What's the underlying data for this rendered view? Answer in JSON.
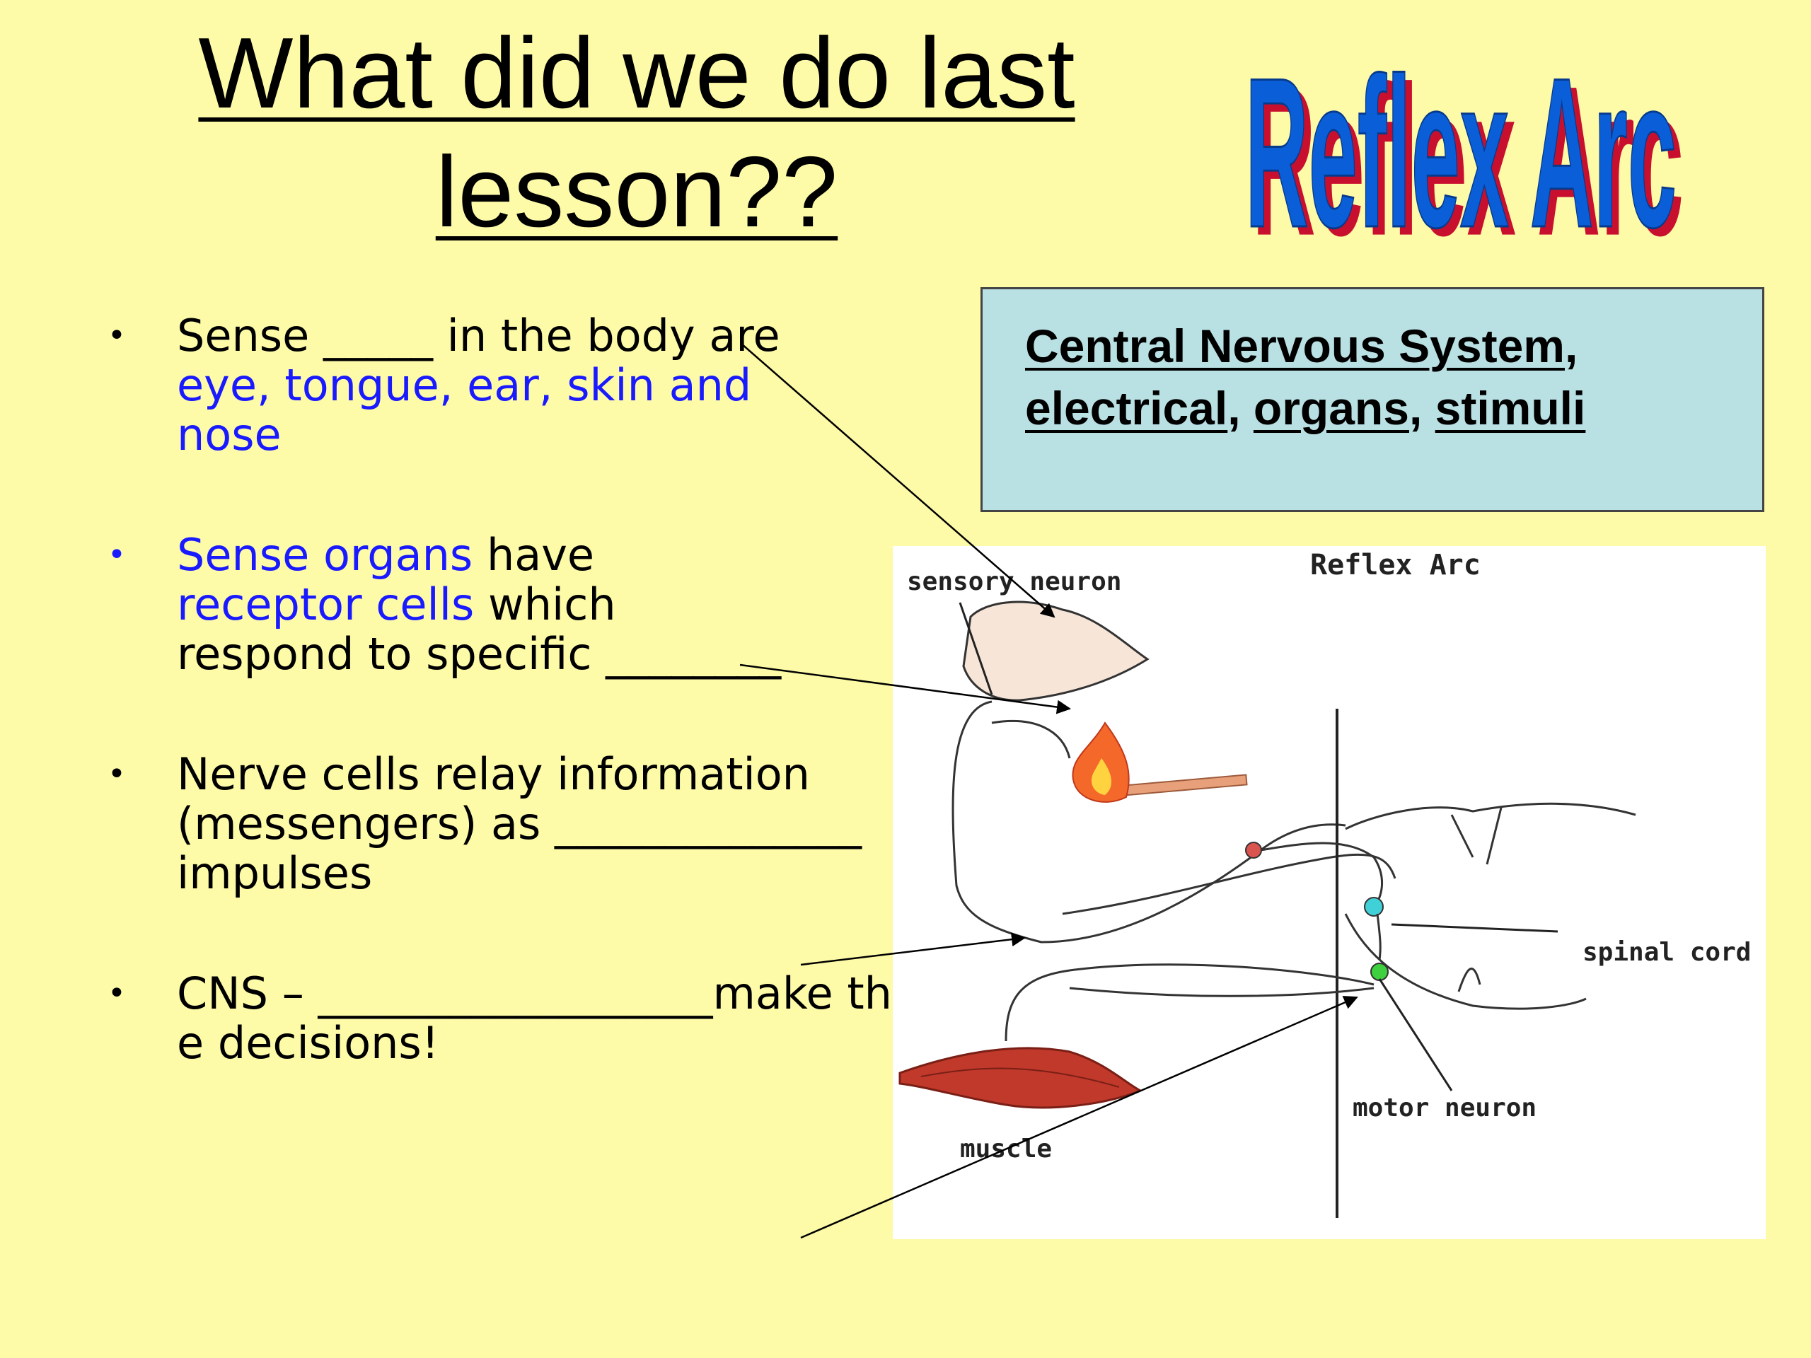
{
  "title": {
    "line1": "What did we do last",
    "line2": "lesson??"
  },
  "wordart": {
    "text": "Reflex Arc",
    "fill_color": "#0a5ed8",
    "shadow_color": "#c8102e"
  },
  "bullets": [
    {
      "parts": [
        {
          "text": "Sense _____ in the body are ",
          "color": "black"
        },
        {
          "text": "eye, tongue, ear, skin and nose",
          "color": "blue"
        }
      ]
    },
    {
      "parts": [
        {
          "text": "Sense organs",
          "color": "blue"
        },
        {
          "text": " have ",
          "color": "black"
        },
        {
          "text": "receptor cells",
          "color": "blue"
        },
        {
          "text": " which respond to specific ________",
          "color": "black"
        }
      ]
    },
    {
      "parts": [
        {
          "text": "Nerve cells relay information (messengers) as ______________ impulses",
          "color": "black"
        }
      ]
    },
    {
      "parts": [
        {
          "text": "CNS – __________________make the decisions!",
          "color": "black"
        }
      ]
    }
  ],
  "keybox": {
    "words": [
      "Central Nervous System",
      "electrical",
      "organs",
      "stimuli"
    ],
    "separator": ", ",
    "background": "#b9e0e3"
  },
  "diagram": {
    "title": "Reflex Arc",
    "labels": {
      "sensory": "sensory neuron",
      "spinal": "spinal cord",
      "motor": "motor neuron",
      "muscle": "muscle"
    }
  },
  "colors": {
    "background": "#fdfaa8",
    "blue_text": "#1a1aff"
  }
}
